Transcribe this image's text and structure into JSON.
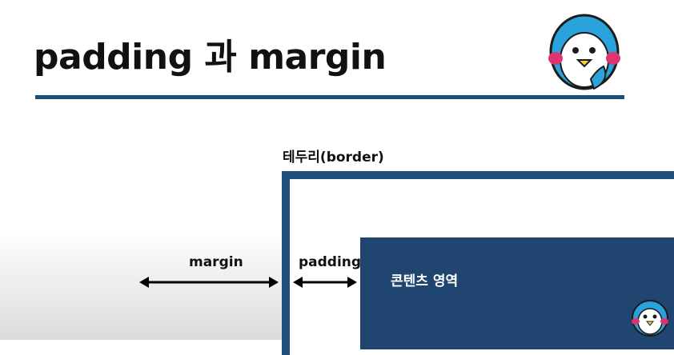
{
  "slide": {
    "title": "padding 과 margin"
  },
  "diagram": {
    "border_label": "테두리(border)",
    "margin_label": "margin",
    "padding_label": "padding",
    "content_label": "콘텐츠 영역"
  },
  "colors": {
    "accent": "#1f4e79",
    "content_fill": "#1f4570",
    "mascot_body": "#2aa3dc",
    "mascot_cheek": "#e0336f",
    "mascot_beak": "#f7d13a"
  },
  "icons": {
    "mascot_large": "penguin-mascot-icon",
    "mascot_small": "penguin-mascot-icon"
  }
}
